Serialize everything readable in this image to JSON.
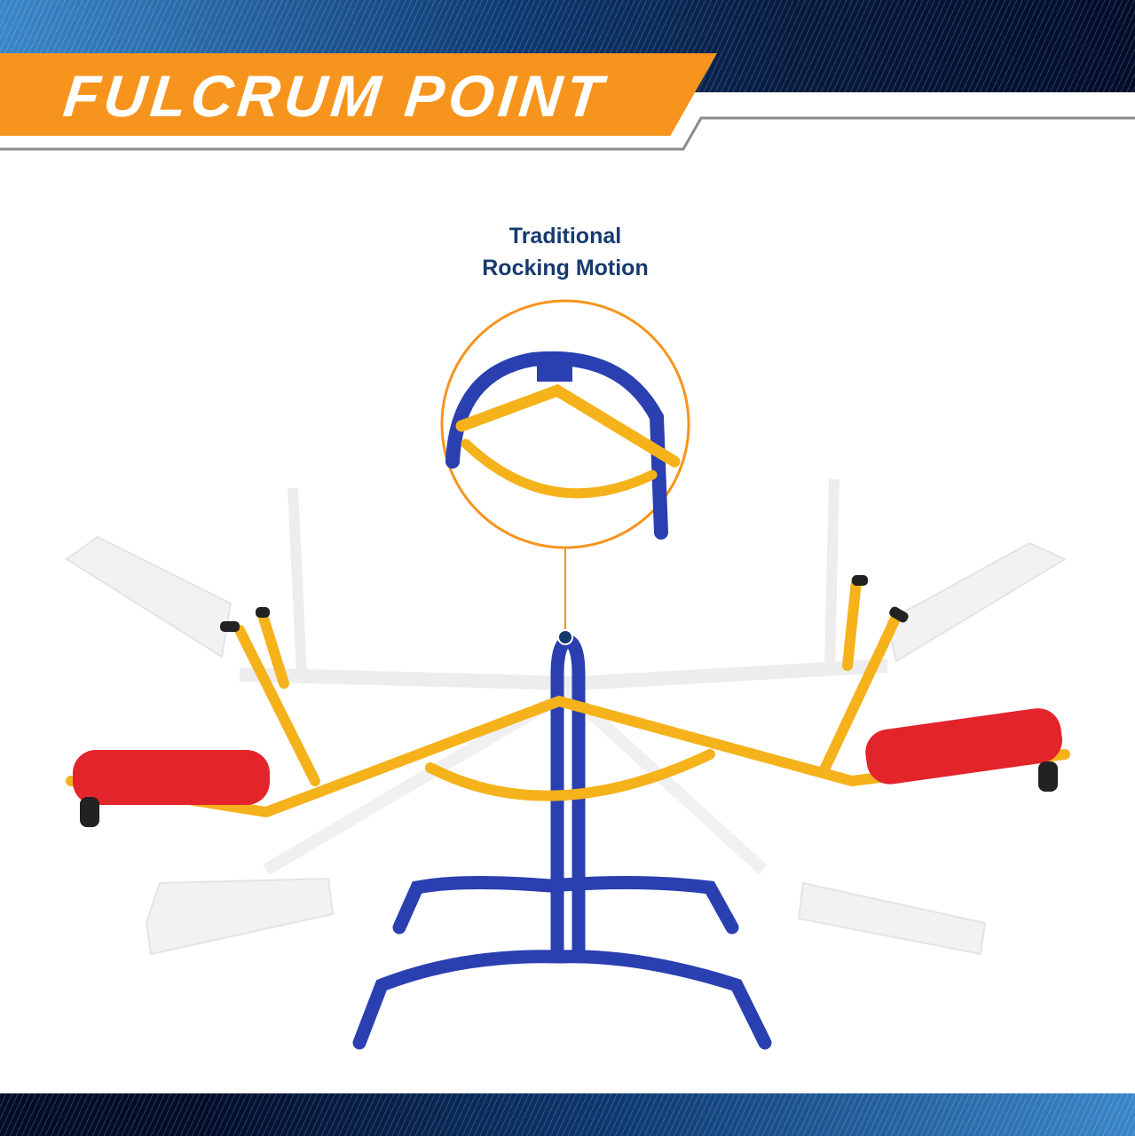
{
  "header": {
    "title": "FULCRUM POINT"
  },
  "callout": {
    "line1": "Traditional",
    "line2": "Rocking Motion"
  },
  "colors": {
    "accent_orange": "#f7941d",
    "navy": "#173a6e",
    "frame_yellow": "#f5b21b",
    "frame_blue": "#2a3fb0",
    "seat_red": "#e3242b"
  },
  "image": {
    "subject": "seesaw-product-photo"
  }
}
